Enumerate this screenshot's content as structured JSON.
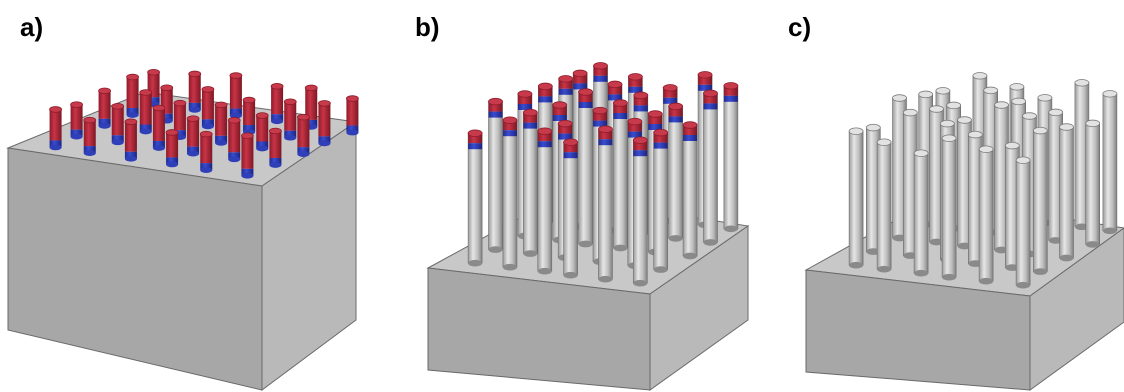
{
  "panels": [
    {
      "id": "a",
      "label": "a)"
    },
    {
      "id": "b",
      "label": "b)"
    },
    {
      "id": "c",
      "label": "c)"
    }
  ],
  "colors": {
    "substrate_top": "#c8c8c8",
    "substrate_front": "#a7a7a7",
    "substrate_right": "#b9b9b9",
    "edge": "#6a6a6a",
    "cap_red": "#b8283a",
    "cap_red_dark": "#8e1b2a",
    "band_blue": "#2f3fb8",
    "pillar_light": "#d9d9d9",
    "pillar_dark": "#8d8d8d"
  }
}
